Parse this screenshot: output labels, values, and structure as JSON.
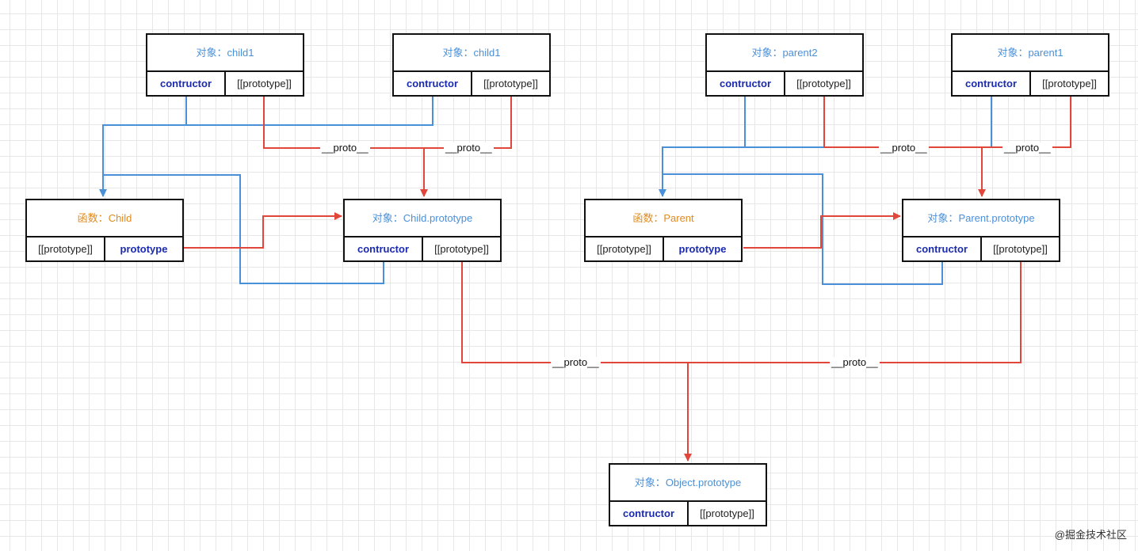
{
  "colors": {
    "blue": "#4a90d9",
    "red": "#e0473a",
    "orange": "#e08a1e",
    "navy": "#1a2bb0"
  },
  "boxes": {
    "child1a": {
      "kind": "对象：",
      "name": "child1",
      "left": "contructor",
      "right": "[[prototype]]"
    },
    "child1b": {
      "kind": "对象：",
      "name": "child1",
      "left": "contructor",
      "right": "[[prototype]]"
    },
    "child_fn": {
      "kind": "函数：",
      "name": "Child",
      "left": "[[prototype]]",
      "right": "prototype"
    },
    "child_proto": {
      "kind": "对象：",
      "name": "Child.prototype",
      "left": "contructor",
      "right": "[[prototype]]"
    },
    "parent2": {
      "kind": "对象：",
      "name": "parent2",
      "left": "contructor",
      "right": "[[prototype]]"
    },
    "parent1": {
      "kind": "对象：",
      "name": "parent1",
      "left": "contructor",
      "right": "[[prototype]]"
    },
    "parent_fn": {
      "kind": "函数：",
      "name": "Parent",
      "left": "[[prototype]]",
      "right": "prototype"
    },
    "parent_proto": {
      "kind": "对象：",
      "name": "Parent.prototype",
      "left": "contructor",
      "right": "[[prototype]]"
    },
    "object_proto": {
      "kind": "对象：",
      "name": "Object.prototype",
      "left": "contructor",
      "right": "[[prototype]]"
    }
  },
  "edge_label": "__proto__",
  "watermark": "@掘金技术社区"
}
